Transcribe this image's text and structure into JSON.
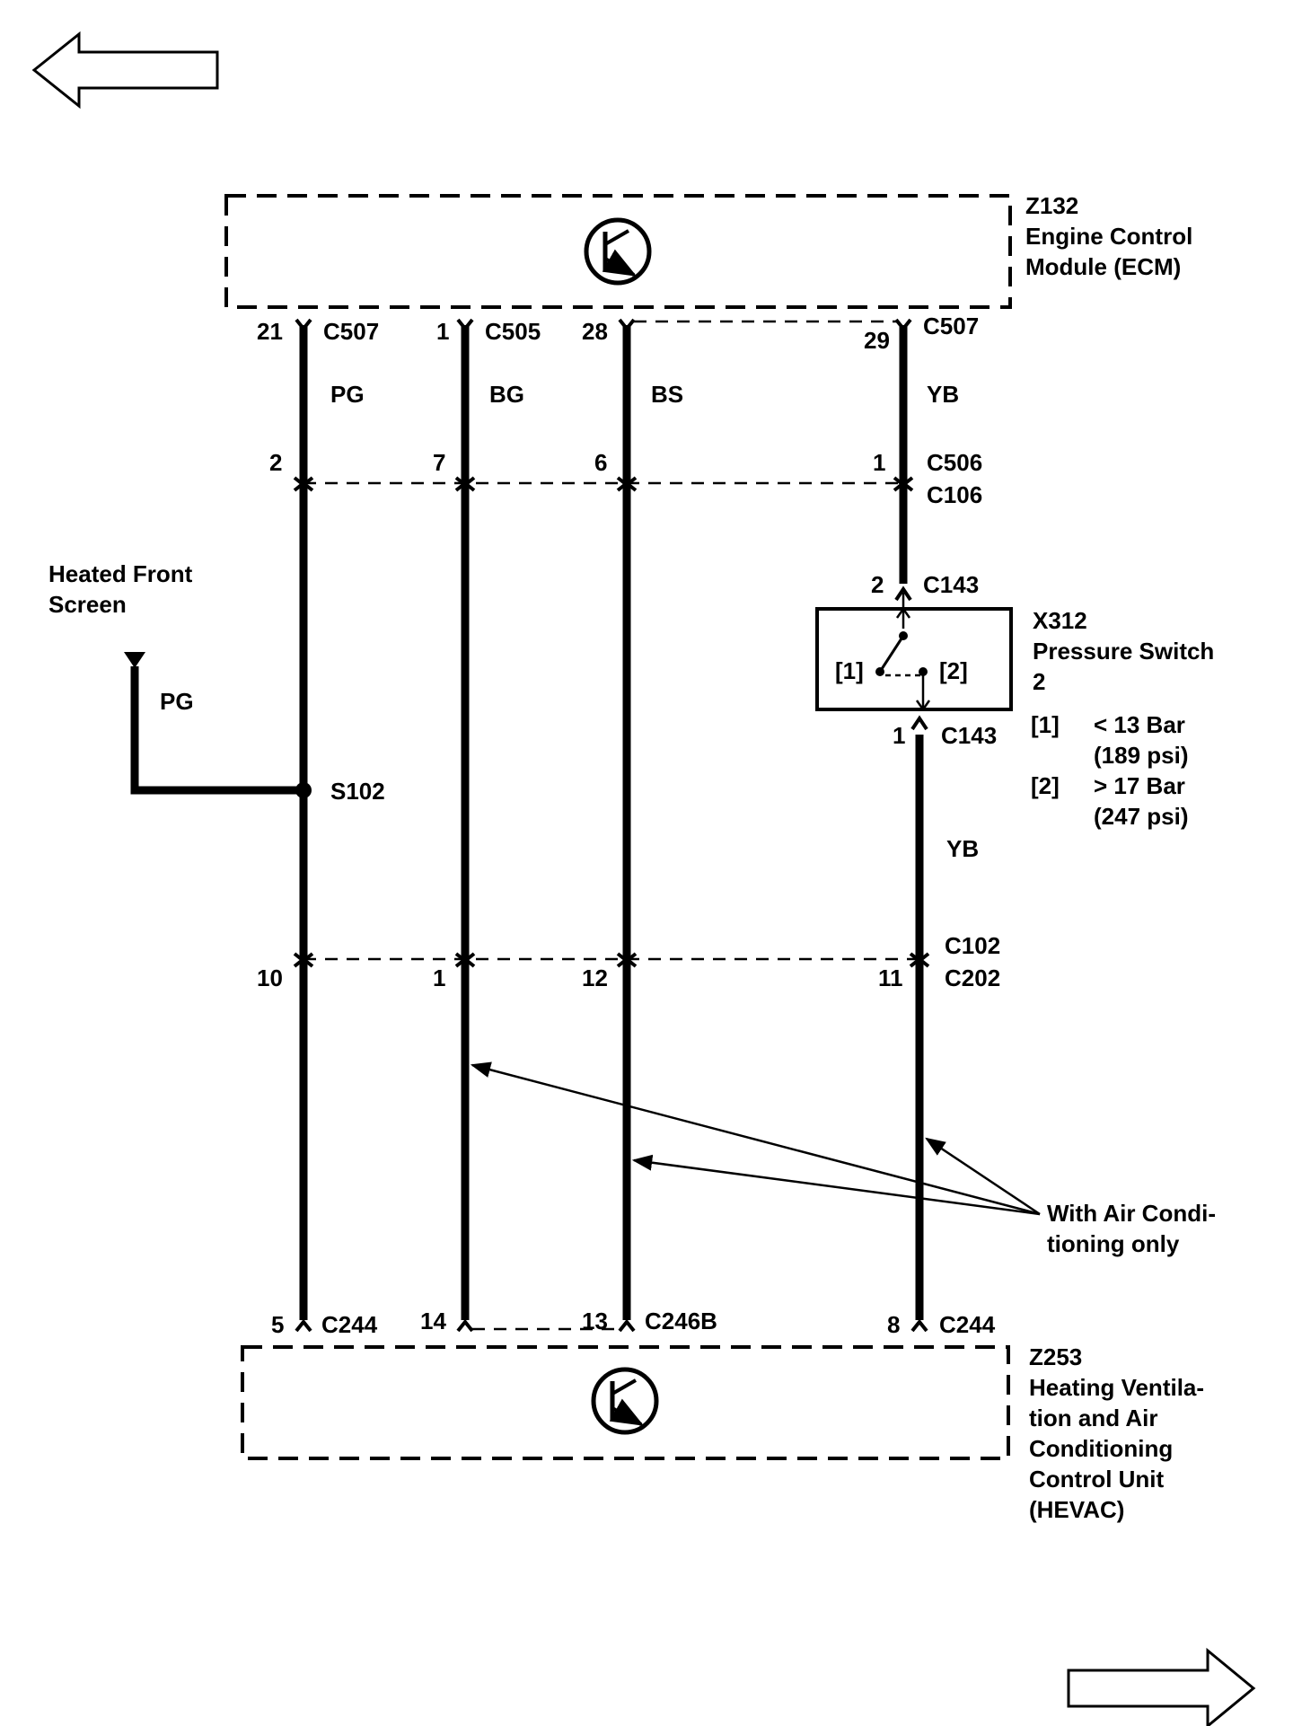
{
  "navigation": {
    "back_icon": "left-arrow-icon",
    "forward_icon": "right-arrow-icon"
  },
  "ecm": {
    "id": "Z132",
    "name_line1": "Engine Control",
    "name_line2": "Module (ECM)",
    "icon": "transistor-icon"
  },
  "hevac": {
    "id": "Z253",
    "name_line1": "Heating Ventila-",
    "name_line2": "tion and Air",
    "name_line3": "Conditioning",
    "name_line4": "Control Unit",
    "name_line5": "(HEVAC)",
    "icon": "transistor-icon"
  },
  "top_pins": {
    "w1_pin": "21",
    "w1_conn": "C507",
    "w2_pin": "1",
    "w2_conn": "C505",
    "w3_pin": "28",
    "w4_pin": "29",
    "w4_conn": "C507"
  },
  "wire_colors": {
    "w1": "PG",
    "w2": "BG",
    "w3": "BS",
    "w4_upper": "YB",
    "w4_lower": "YB",
    "branch": "PG"
  },
  "inline_c506": {
    "w1_pin": "2",
    "w2_pin": "7",
    "w3_pin": "6",
    "w4_pin": "1",
    "conn_a": "C506",
    "conn_b": "C106"
  },
  "heated_screen": {
    "line1": "Heated Front",
    "line2": "Screen"
  },
  "splice": {
    "id": "S102"
  },
  "pressure_switch": {
    "top_pin": "2",
    "top_conn": "C143",
    "bottom_pin": "1",
    "bottom_conn": "C143",
    "id": "X312",
    "name_line1": "Pressure Switch",
    "name_line2": "2",
    "pos1_label": "[1]",
    "pos2_label": "[2]",
    "legend": [
      {
        "key": "[1]",
        "line1": "< 13 Bar",
        "line2": "(189 psi)"
      },
      {
        "key": "[2]",
        "line1": "> 17 Bar",
        "line2": "(247 psi)"
      }
    ]
  },
  "inline_c102": {
    "w1_pin": "10",
    "w2_pin": "1",
    "w3_pin": "12",
    "w4_pin": "11",
    "conn_a": "C102",
    "conn_b": "C202"
  },
  "note": {
    "line1": "With Air Condi-",
    "line2": "tioning only"
  },
  "bottom_pins": {
    "w1_pin": "5",
    "w1_conn": "C244",
    "w2_pin": "14",
    "w3_pin": "13",
    "w23_conn": "C246B",
    "w4_pin": "8",
    "w4_conn": "C244"
  }
}
